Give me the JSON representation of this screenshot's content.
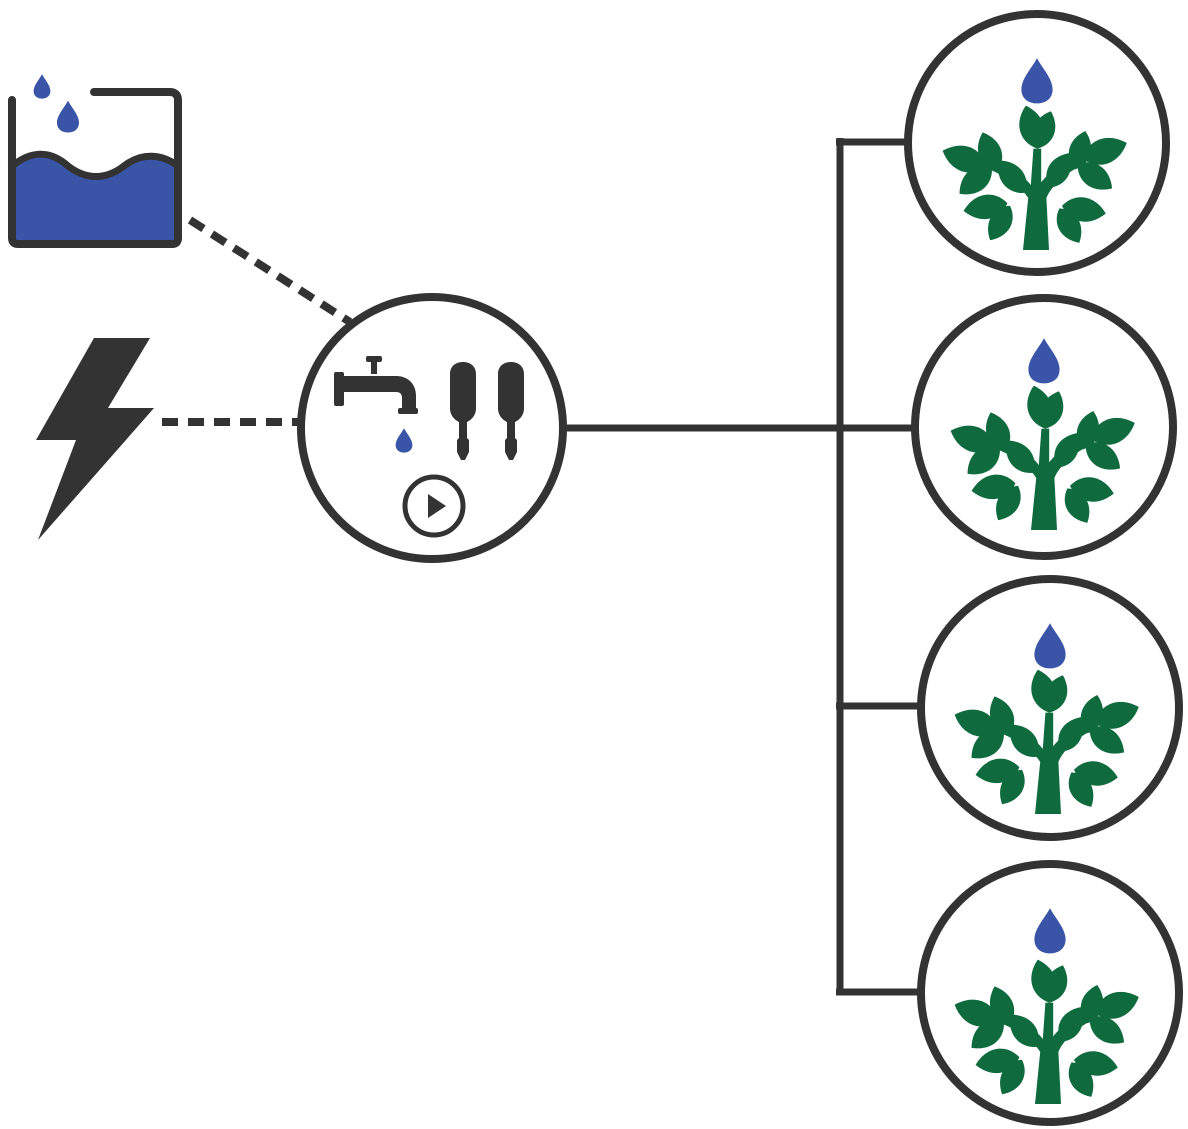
{
  "colors": {
    "stroke": "#333333",
    "water": "#3a55a8",
    "plant": "#0f6b3e",
    "background": "#ffffff"
  },
  "nodes": {
    "water_tank": {
      "icon": "water-tank-icon"
    },
    "power": {
      "icon": "lightning-bolt-icon"
    },
    "controller": {
      "icons": [
        "faucet-icon",
        "water-drop-icon",
        "dosing-pump-icon",
        "dosing-pump-icon",
        "play-button-icon"
      ]
    },
    "plants": [
      {
        "icons": [
          "water-drop-icon",
          "plant-icon"
        ]
      },
      {
        "icons": [
          "water-drop-icon",
          "plant-icon"
        ]
      },
      {
        "icons": [
          "water-drop-icon",
          "plant-icon"
        ]
      },
      {
        "icons": [
          "water-drop-icon",
          "plant-icon"
        ]
      }
    ]
  },
  "connections": [
    {
      "from": "water_tank",
      "to": "controller",
      "style": "dashed"
    },
    {
      "from": "power",
      "to": "controller",
      "style": "dashed"
    },
    {
      "from": "controller",
      "to": "plants",
      "style": "solid"
    }
  ]
}
